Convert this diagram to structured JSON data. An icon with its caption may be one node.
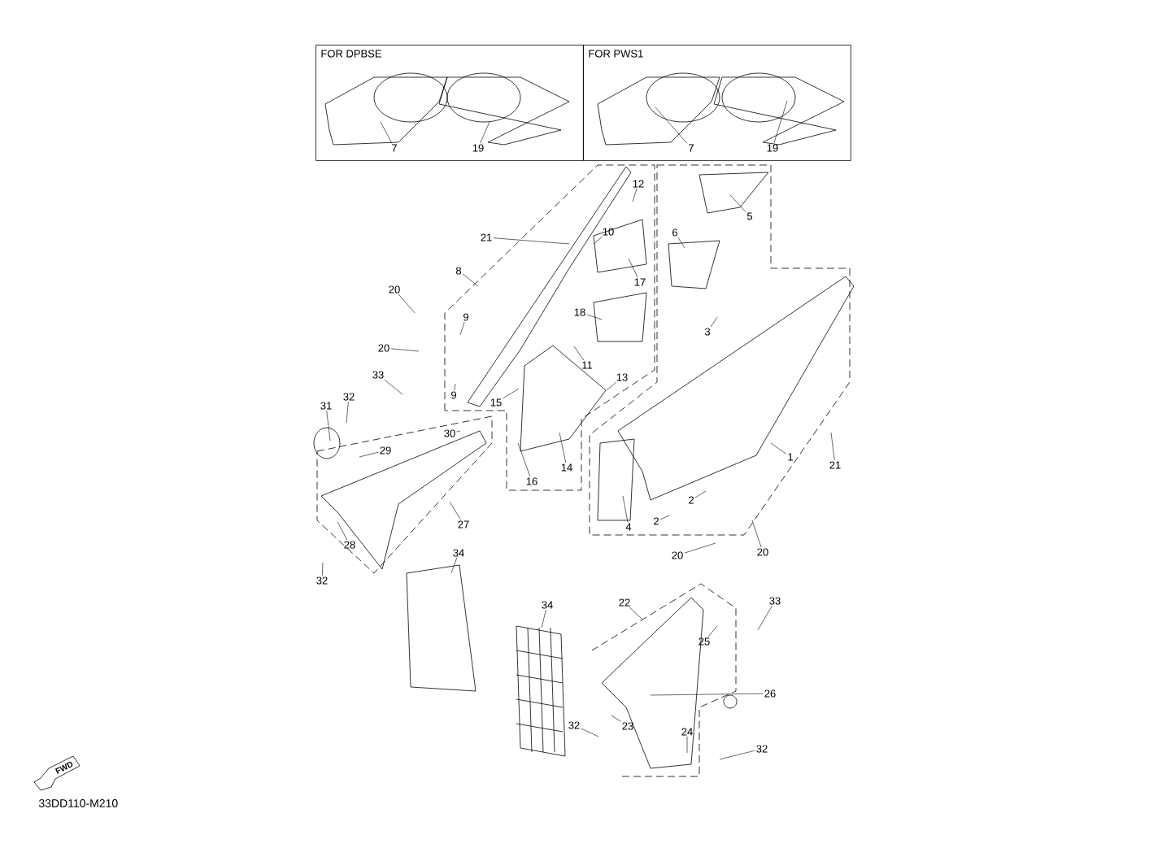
{
  "diagram": {
    "nodes": [
      {
        "text": [
          "FOR DPBSE"
        ]
      },
      {
        "text": [
          "7"
        ],
        "in": 0
      },
      {
        "text": [
          "19"
        ],
        "in": 0
      },
      {
        "text": [
          "FOR PWS1"
        ]
      },
      {
        "text": [
          "7"
        ],
        "in": 3
      },
      {
        "text": [
          "19"
        ],
        "in": 3
      },
      {
        "text": [
          "12"
        ]
      },
      {
        "text": [
          "21"
        ]
      },
      {
        "text": [
          "10"
        ]
      },
      {
        "text": [
          "5"
        ]
      },
      {
        "text": [
          "6"
        ]
      },
      {
        "text": [
          "8"
        ]
      },
      {
        "text": [
          "17"
        ]
      },
      {
        "text": [
          "20"
        ]
      },
      {
        "text": [
          "9"
        ]
      },
      {
        "text": [
          "18"
        ]
      },
      {
        "text": [
          "3"
        ]
      },
      {
        "text": [
          "20"
        ]
      },
      {
        "text": [
          "11"
        ]
      },
      {
        "text": [
          "13"
        ]
      },
      {
        "text": [
          "33"
        ]
      },
      {
        "text": [
          "9"
        ]
      },
      {
        "text": [
          "15"
        ]
      },
      {
        "text": [
          "32"
        ]
      },
      {
        "text": [
          "31"
        ]
      },
      {
        "text": [
          "30"
        ]
      },
      {
        "text": [
          "29"
        ]
      },
      {
        "text": [
          "1"
        ]
      },
      {
        "text": [
          "21"
        ]
      },
      {
        "text": [
          "14"
        ]
      },
      {
        "text": [
          "16"
        ]
      },
      {
        "text": [
          "27"
        ]
      },
      {
        "text": [
          "2"
        ]
      },
      {
        "text": [
          "2"
        ]
      },
      {
        "text": [
          "4"
        ]
      },
      {
        "text": [
          "28"
        ]
      },
      {
        "text": [
          "20"
        ]
      },
      {
        "text": [
          "20"
        ]
      },
      {
        "text": [
          "34"
        ]
      },
      {
        "text": [
          "32"
        ]
      },
      {
        "text": [
          "22"
        ]
      },
      {
        "text": [
          "33"
        ]
      },
      {
        "text": [
          "34"
        ]
      },
      {
        "text": [
          "25"
        ]
      },
      {
        "text": [
          "26"
        ]
      },
      {
        "text": [
          "32"
        ]
      },
      {
        "text": [
          "23"
        ]
      },
      {
        "text": [
          "24"
        ]
      },
      {
        "text": [
          "32"
        ]
      },
      {
        "text": [
          "FWD"
        ]
      }
    ],
    "edges": [
      {
        "from": 1,
        "to": null,
        "arrow": "none"
      },
      {
        "from": 2,
        "to": null,
        "arrow": "none"
      },
      {
        "from": 4,
        "to": null,
        "arrow": "none"
      },
      {
        "from": 5,
        "to": null,
        "arrow": "none"
      },
      {
        "from": 6,
        "to": null,
        "arrow": "none"
      },
      {
        "from": 7,
        "to": null,
        "arrow": "none"
      },
      {
        "from": 8,
        "to": null,
        "arrow": "none"
      },
      {
        "from": 9,
        "to": null,
        "arrow": "none"
      },
      {
        "from": 10,
        "to": null,
        "arrow": "none"
      },
      {
        "from": 11,
        "to": null,
        "arrow": "none"
      },
      {
        "from": 12,
        "to": null,
        "arrow": "none"
      },
      {
        "from": 13,
        "to": null,
        "arrow": "none"
      },
      {
        "from": 14,
        "to": null,
        "arrow": "none"
      },
      {
        "from": 15,
        "to": null,
        "arrow": "none"
      },
      {
        "from": 16,
        "to": null,
        "arrow": "none"
      },
      {
        "from": 17,
        "to": null,
        "arrow": "none"
      },
      {
        "from": 18,
        "to": null,
        "arrow": "none"
      },
      {
        "from": 19,
        "to": null,
        "arrow": "none"
      },
      {
        "from": 20,
        "to": null,
        "arrow": "none"
      },
      {
        "from": 21,
        "to": null,
        "arrow": "none"
      },
      {
        "from": 22,
        "to": null,
        "arrow": "none"
      },
      {
        "from": 23,
        "to": null,
        "arrow": "none"
      },
      {
        "from": 24,
        "to": null,
        "arrow": "none"
      },
      {
        "from": 25,
        "to": null,
        "arrow": "none"
      },
      {
        "from": 26,
        "to": null,
        "arrow": "none"
      },
      {
        "from": 27,
        "to": null,
        "arrow": "none"
      },
      {
        "from": 28,
        "to": null,
        "arrow": "none"
      },
      {
        "from": 29,
        "to": null,
        "arrow": "none"
      },
      {
        "from": 30,
        "to": null,
        "arrow": "none"
      },
      {
        "from": 31,
        "to": null,
        "arrow": "none"
      },
      {
        "from": 32,
        "to": null,
        "arrow": "none"
      },
      {
        "from": 33,
        "to": null,
        "arrow": "none"
      },
      {
        "from": 34,
        "to": null,
        "arrow": "none"
      },
      {
        "from": 35,
        "to": null,
        "arrow": "none"
      },
      {
        "from": 36,
        "to": null,
        "arrow": "none"
      },
      {
        "from": 37,
        "to": null,
        "arrow": "none"
      },
      {
        "from": 38,
        "to": null,
        "arrow": "none"
      },
      {
        "from": 39,
        "to": null,
        "arrow": "none"
      },
      {
        "from": 40,
        "to": null,
        "arrow": "none"
      },
      {
        "from": 41,
        "to": null,
        "arrow": "none"
      },
      {
        "from": 42,
        "to": null,
        "arrow": "none"
      },
      {
        "from": 43,
        "to": null,
        "arrow": "none"
      },
      {
        "from": 44,
        "to": null,
        "arrow": "none"
      },
      {
        "from": 45,
        "to": null,
        "arrow": "none"
      },
      {
        "from": 46,
        "to": null,
        "arrow": "none"
      },
      {
        "from": 47,
        "to": null,
        "arrow": "none"
      },
      {
        "from": 48,
        "to": null,
        "arrow": "none"
      }
    ],
    "labels": [
      "33DD110-M210"
    ]
  }
}
